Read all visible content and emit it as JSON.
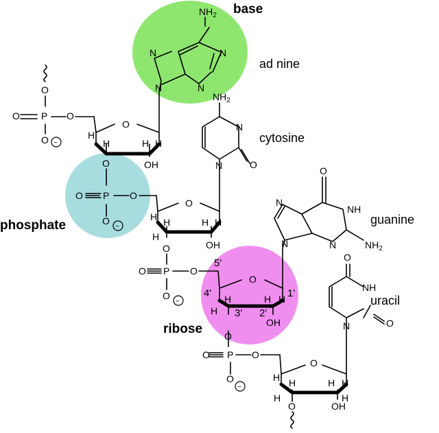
{
  "regions": {
    "base": {
      "label": "base",
      "color": "#8ee66f"
    },
    "phosphate": {
      "label": "phosphate",
      "color": "#a8dde0"
    },
    "ribose": {
      "label": "ribose",
      "color": "#f08ef0"
    }
  },
  "nucleobases": {
    "adenine": "ad  nine",
    "cytosine": "cytosine",
    "guanine": "guanine",
    "uracil": "uracil"
  },
  "atoms": {
    "O": "O",
    "P": "P",
    "N": "N",
    "H": "H",
    "OH": "OH",
    "NH": "NH",
    "NH2": "NH",
    "sub2": "2",
    "minus": "−"
  },
  "ribose_positions": {
    "p5": "5'",
    "p4": "4'",
    "p3": "3'",
    "p2": "2'",
    "p1": "1'"
  }
}
